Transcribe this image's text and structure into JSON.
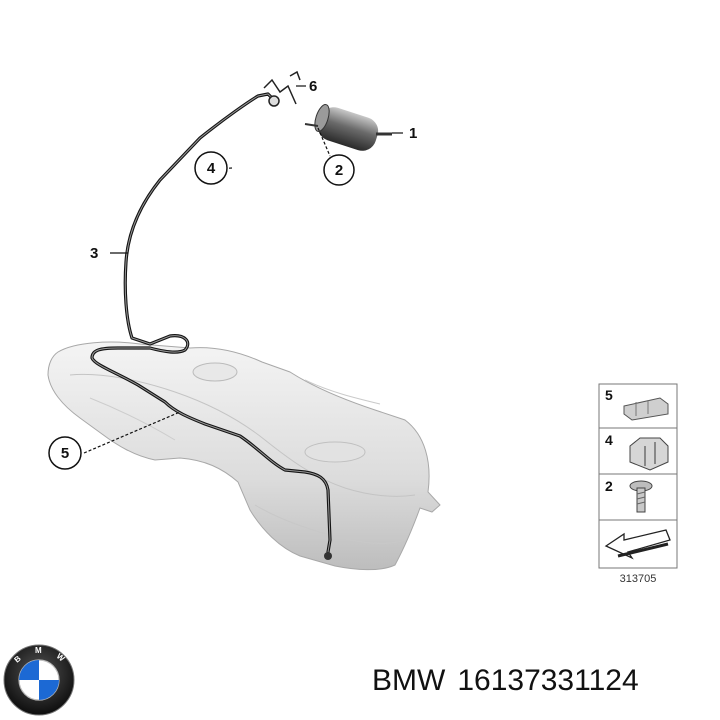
{
  "diagram": {
    "callouts": [
      "1",
      "2",
      "3",
      "4",
      "5",
      "6"
    ],
    "legend": [
      "5",
      "4",
      "2"
    ],
    "reference_code": "313705"
  },
  "footer": {
    "brand": "BMW",
    "part_number": "16137331124"
  },
  "logo": {
    "text": "BMW",
    "colors": {
      "ring": "#111111",
      "blue": "#1c69d4",
      "white": "#ffffff"
    }
  }
}
